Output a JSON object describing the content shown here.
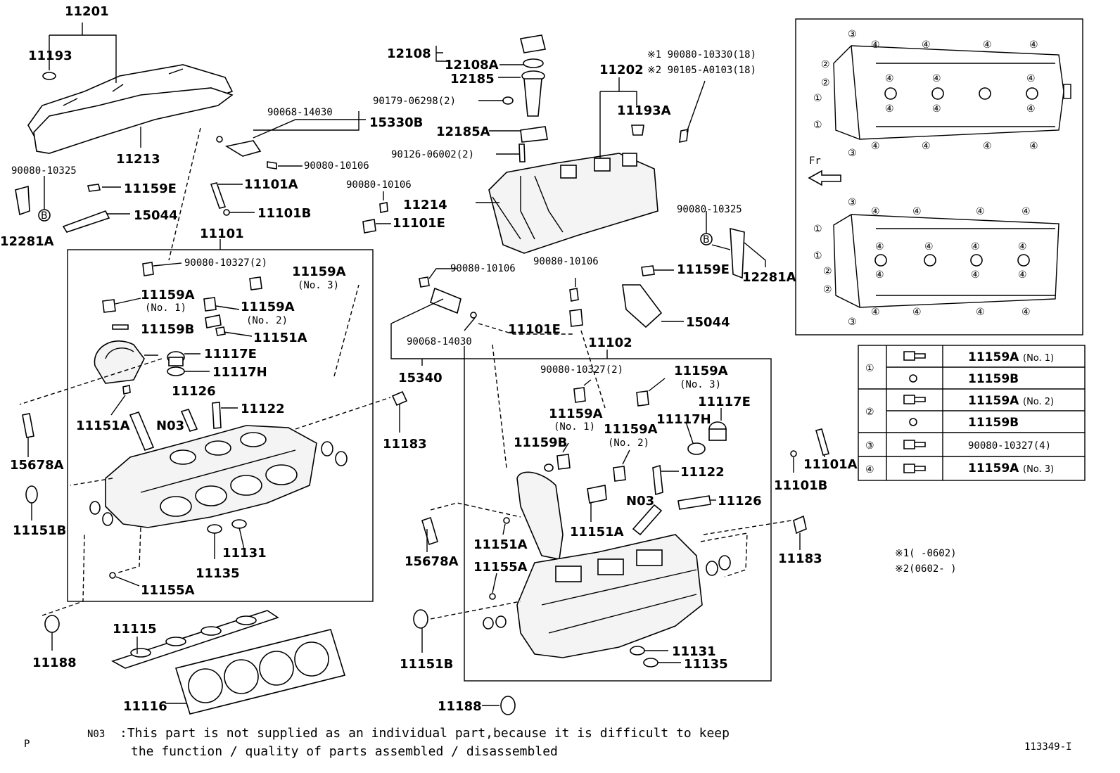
{
  "callouts": {
    "c11201": "11201",
    "c11193": "11193",
    "c11213": "11213",
    "c90080_10325_l": "90080-10325",
    "c12281A_l": "12281A",
    "c11159E_l": "11159E",
    "c15044_l": "15044",
    "c90068_14030_top": "90068-14030",
    "c15330B": "15330B",
    "c90080_10106_a": "90080-10106",
    "c11101A_l": "11101A",
    "c11101B_l": "11101B",
    "c11101": "11101",
    "c90080_10106_b": "90080-10106",
    "c11101E_l": "11101E",
    "c12108": "12108",
    "c12108A": "12108A",
    "c12185": "12185",
    "c90179": "90179-06298(2)",
    "c12185A": "12185A",
    "c90126": "90126-06002(2)",
    "c11214": "11214",
    "c11202": "11202",
    "c11193A": "11193A",
    "c_ref1": "※1 90080-10330(18)",
    "c_ref2": "※2 90105-A0103(18)",
    "c90080_10325_r": "90080-10325",
    "c12281A_r": "12281A",
    "c90080_10106_c": "90080-10106",
    "c90080_10106_d": "90080-10106",
    "c11159E_r": "11159E",
    "c15044_r": "15044",
    "c90080_10327_l": "90080-10327(2)",
    "c11159A_no3_l": "11159A",
    "c_no3_l": "(No. 3)",
    "c11159A_no1_l": "11159A",
    "c_no1_l": "(No. 1)",
    "c11159A_no2_l": "11159A",
    "c_no2_l": "(No. 2)",
    "c11159B_l": "11159B",
    "c11151A_l1": "11151A",
    "c11117E_l": "11117E",
    "c11117H_l": "11117H",
    "c11126_l": "11126",
    "c11122_l": "11122",
    "c11151A_l2": "11151A",
    "c_N03_l": "N03",
    "c15678A_l": "15678A",
    "c11151B_l": "11151B",
    "c11135_l": "11135",
    "c11131_l": "11131",
    "c11155A_l": "11155A",
    "c11183_l": "11183",
    "c11188_l": "11188",
    "c11115": "11115",
    "c11116": "11116",
    "c90068_14030_b": "90068-14030",
    "c15340": "15340",
    "c11101E_r": "11101E",
    "c11102": "11102",
    "c90080_10327_r": "90080-10327(2)",
    "c11159A_no3_r": "11159A",
    "c_no3_r": "(No. 3)",
    "c11159A_no1_r": "11159A",
    "c_no1_r": "(No. 1)",
    "c11159A_no2_r": "11159A",
    "c_no2_r": "(No. 2)",
    "c11117E_r": "11117E",
    "c11117H_r": "11117H",
    "c11159B_r": "11159B",
    "c11122_r": "11122",
    "c_N03_r": "N03",
    "c11126_r": "11126",
    "c11151A_r1": "11151A",
    "c11151A_r2": "11151A",
    "c11155A_r": "11155A",
    "c15678A_r": "15678A",
    "c11151B_r": "11151B",
    "c11131_r": "11131",
    "c11135_r": "11135",
    "c11188_r": "11188",
    "c11183_r": "11183",
    "c11101A_r": "11101A",
    "c11101B_r": "11101B",
    "c_fr": "Fr"
  },
  "legend": {
    "rows": [
      {
        "num": "①",
        "part": "11159A",
        "note": "(No. 1)"
      },
      {
        "num": "",
        "part": "11159B",
        "note": ""
      },
      {
        "num": "②",
        "part": "11159A",
        "note": "(No. 2)"
      },
      {
        "num": "",
        "part": "11159B",
        "note": ""
      },
      {
        "num": "③",
        "part": "90080-10327(4)",
        "note": ""
      },
      {
        "num": "④",
        "part": "11159A",
        "note": "(No. 3)"
      }
    ]
  },
  "date_notes": {
    "n1": "※1(    -0602)",
    "n2": "※2(0602-    )"
  },
  "footer": {
    "note_code": "N03",
    "note_line1": ":This part is not supplied as an individual part,because it is difficult to keep",
    "note_line2": "the function / quality of parts assembled / disassembled",
    "page_mark": "P",
    "diagram_id": "113349-I"
  }
}
